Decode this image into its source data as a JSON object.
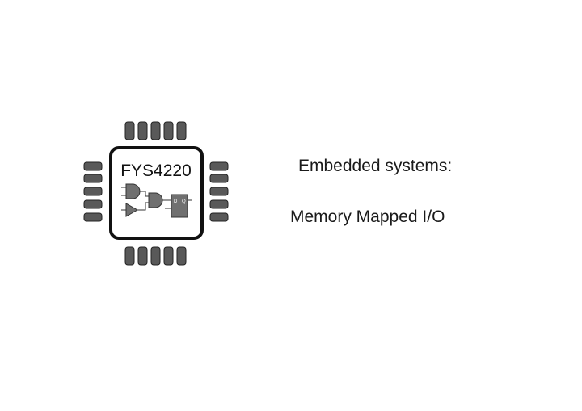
{
  "logo": {
    "text": "FYS4220"
  },
  "slide": {
    "title_line1": "Embedded systems:",
    "title_line2": "Memory Mapped I/O"
  },
  "colors": {
    "background": "#ffffff",
    "chip_outline": "#111111",
    "pin_fill": "#595959",
    "gate_fill": "#707070",
    "text": "#1a1a1a"
  }
}
